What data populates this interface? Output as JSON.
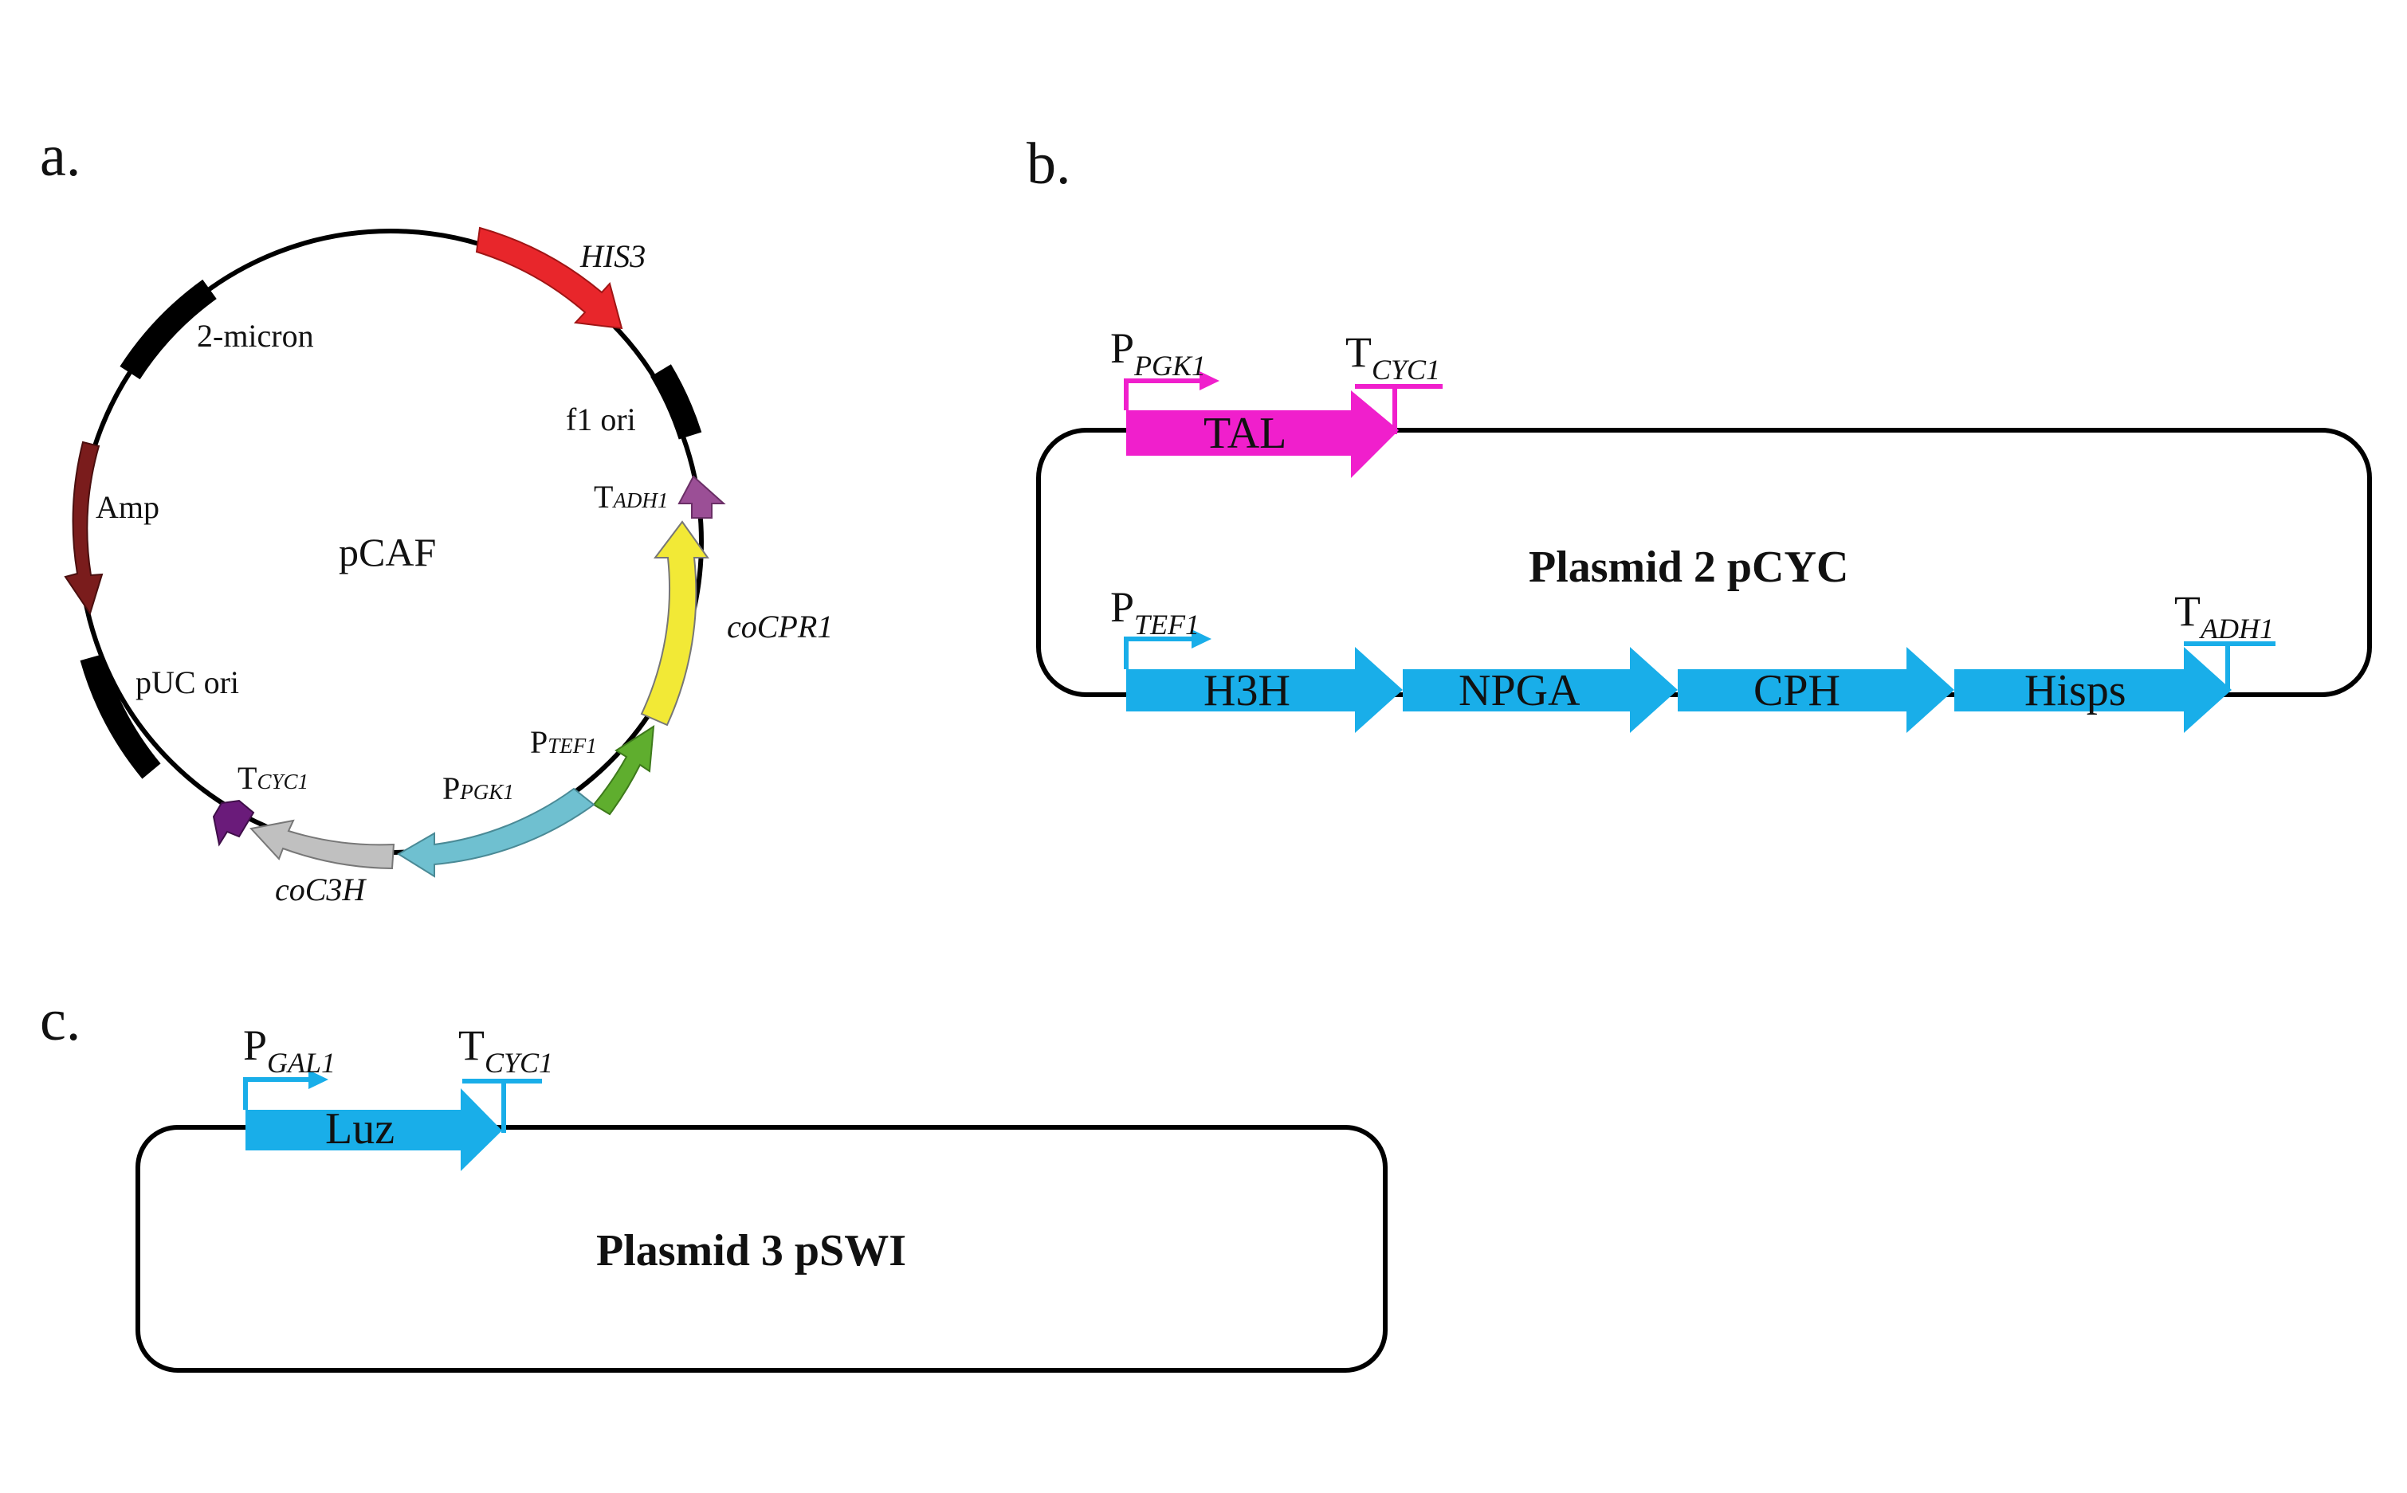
{
  "panels": {
    "a": {
      "letter": "a.",
      "name": "pCAF",
      "features": [
        {
          "id": "his3",
          "label": "HIS3",
          "italic": true,
          "color": "#e8262b"
        },
        {
          "id": "f1ori",
          "label": "f1 ori",
          "italic": false,
          "color": "#000000"
        },
        {
          "id": "tadh1",
          "label_main": "T",
          "label_sub": "ADH1",
          "color": "#9b4f96"
        },
        {
          "id": "cocpr1",
          "label": "coCPR1",
          "italic": true,
          "color": "#f2e936"
        },
        {
          "id": "ptef1",
          "label_main": "P",
          "label_sub": "TEF1",
          "color": "#5fae2e"
        },
        {
          "id": "ppgk1",
          "label_main": "P",
          "label_sub": "PGK1",
          "color": "#6fc0d0"
        },
        {
          "id": "coc3h",
          "label": "coC3H",
          "italic": true,
          "color": "#c0c0c0"
        },
        {
          "id": "tcyc1",
          "label_main": "T",
          "label_sub": "CYC1",
          "color": "#6a1b7a"
        },
        {
          "id": "puc",
          "label": "pUC ori",
          "italic": false,
          "color": "#000000"
        },
        {
          "id": "amp",
          "label": "Amp",
          "italic": false,
          "color": "#7a1c1c"
        },
        {
          "id": "micron",
          "label": "2-micron",
          "italic": false,
          "color": "#000000"
        }
      ]
    },
    "b": {
      "letter": "b.",
      "title": "Plasmid 2 pCYC",
      "promoter1": {
        "main": "P",
        "sub": "PGK1"
      },
      "terminator1": {
        "main": "T",
        "sub": "CYC1"
      },
      "gene1": "TAL",
      "promoter2": {
        "main": "P",
        "sub": "TEF1"
      },
      "terminator2": {
        "main": "T",
        "sub": "ADH1"
      },
      "genes2": [
        "H3H",
        "NPGA",
        "CPH",
        "Hisps"
      ],
      "color_pink": "#f01fcc",
      "color_blue": "#19aee9"
    },
    "c": {
      "letter": "c.",
      "title": "Plasmid 3 pSWI",
      "promoter": {
        "main": "P",
        "sub": "GAL1"
      },
      "terminator": {
        "main": "T",
        "sub": "CYC1"
      },
      "gene": "Luz",
      "color_blue": "#19aee9"
    }
  }
}
